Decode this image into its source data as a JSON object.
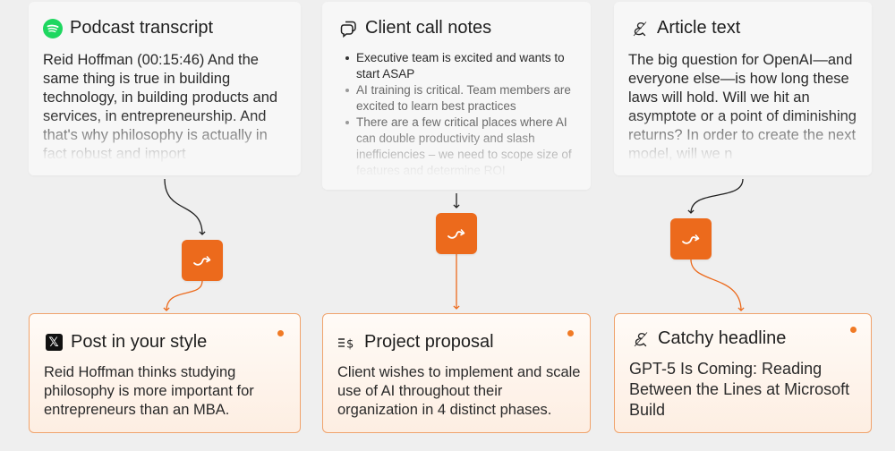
{
  "sources": {
    "podcast": {
      "title": "Podcast transcript",
      "icon": "spotify-icon",
      "text": "Reid Hoffman (00:15:46) And the same thing is true in building technology, in building products and services, in entrepreneurship. And that's why philosophy is actually in fact robust and import"
    },
    "client": {
      "title": "Client call notes",
      "icon": "chat-bubbles-icon",
      "bullets": [
        "Executive team is excited and wants to start ASAP",
        "AI training is critical. Team members are excited to learn best practices",
        "There are a few critical places where AI can double productivity and slash inefficiencies – we need to scope size of features and determine ROI"
      ]
    },
    "article": {
      "title": "Article text",
      "icon": "script-e-icon",
      "text": "The big question for OpenAI—and everyone else—is how long these laws will hold. Will we hit an asymptote or a point of diminishing returns? In order to create the next model, will we n"
    }
  },
  "outputs": {
    "post": {
      "title": "Post in your style",
      "icon": "x-icon",
      "text": "Reid Hoffman thinks studying philosophy is more important for entrepreneurs than an MBA."
    },
    "proposal": {
      "title": "Project proposal",
      "icon": "list-dollar-icon",
      "text": "Client wishes to implement and scale use of AI throughout their organization in 4 distinct phases."
    },
    "headline": {
      "title": "Catchy headline",
      "icon": "script-e-icon",
      "text": "GPT-5 Is Coming:  Reading Between the Lines at Microsoft Build"
    }
  },
  "node_icon": "squiggle-icon",
  "colors": {
    "accent": "#ec6a1c",
    "output_border": "#f0a36c",
    "background": "#efefef",
    "spotify": "#1ed760"
  }
}
